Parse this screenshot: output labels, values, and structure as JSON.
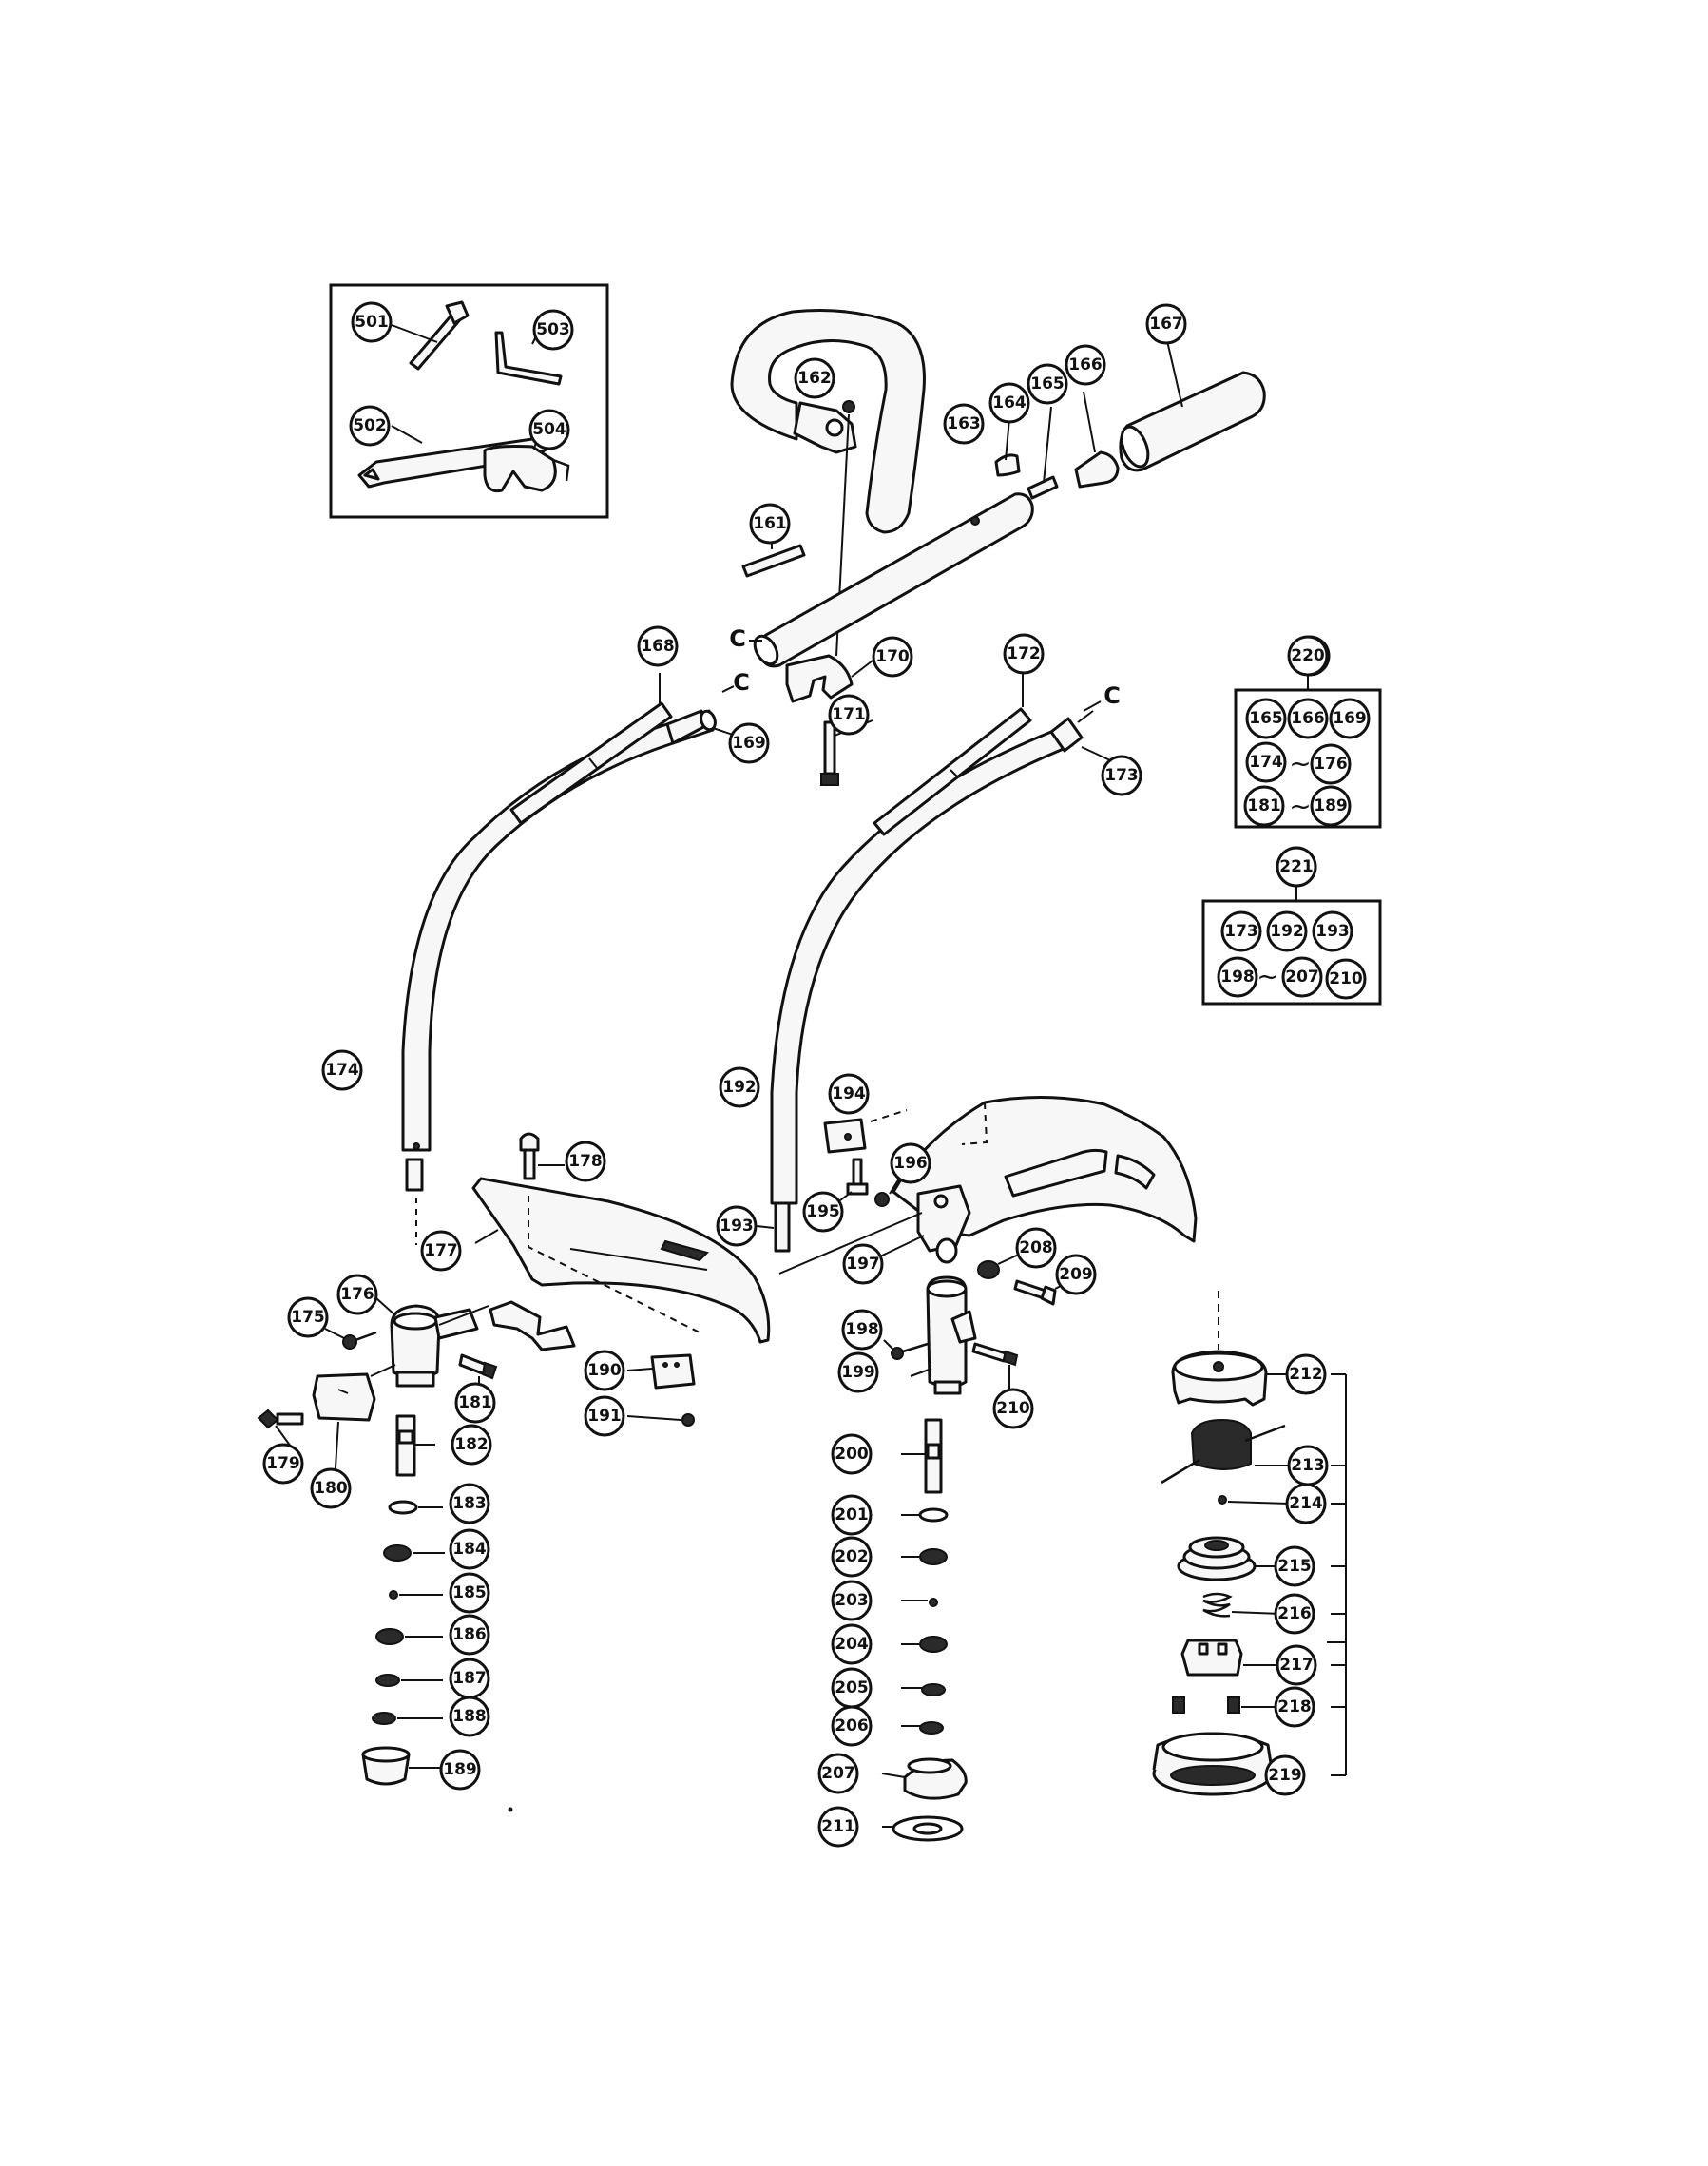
{
  "diagram": {
    "parts": [
      "501",
      "503",
      "502",
      "504",
      "167",
      "166",
      "165",
      "164",
      "162",
      "163",
      "161",
      "170",
      "171",
      "168",
      "169",
      "172",
      "173",
      "220",
      "221",
      "174",
      "178",
      "177",
      "176",
      "175",
      "181",
      "179",
      "180",
      "182",
      "183",
      "184",
      "185",
      "186",
      "187",
      "188",
      "189",
      "190",
      "191",
      "192",
      "194",
      "196",
      "195",
      "193",
      "197",
      "208",
      "209",
      "198",
      "199",
      "210",
      "200",
      "201",
      "202",
      "203",
      "204",
      "205",
      "206",
      "207",
      "211",
      "212",
      "213",
      "214",
      "215",
      "216",
      "217",
      "218",
      "219"
    ],
    "connector_label": "C",
    "kit_220": {
      "label": "220",
      "row1": [
        "165",
        "166",
        "169"
      ],
      "row2": [
        "174",
        "176"
      ],
      "row3": [
        "181",
        "189"
      ]
    },
    "kit_221": {
      "label": "221",
      "row1": [
        "173",
        "192",
        "193"
      ],
      "row2": [
        "198",
        "207",
        "210"
      ]
    },
    "range_symbol": "~"
  }
}
